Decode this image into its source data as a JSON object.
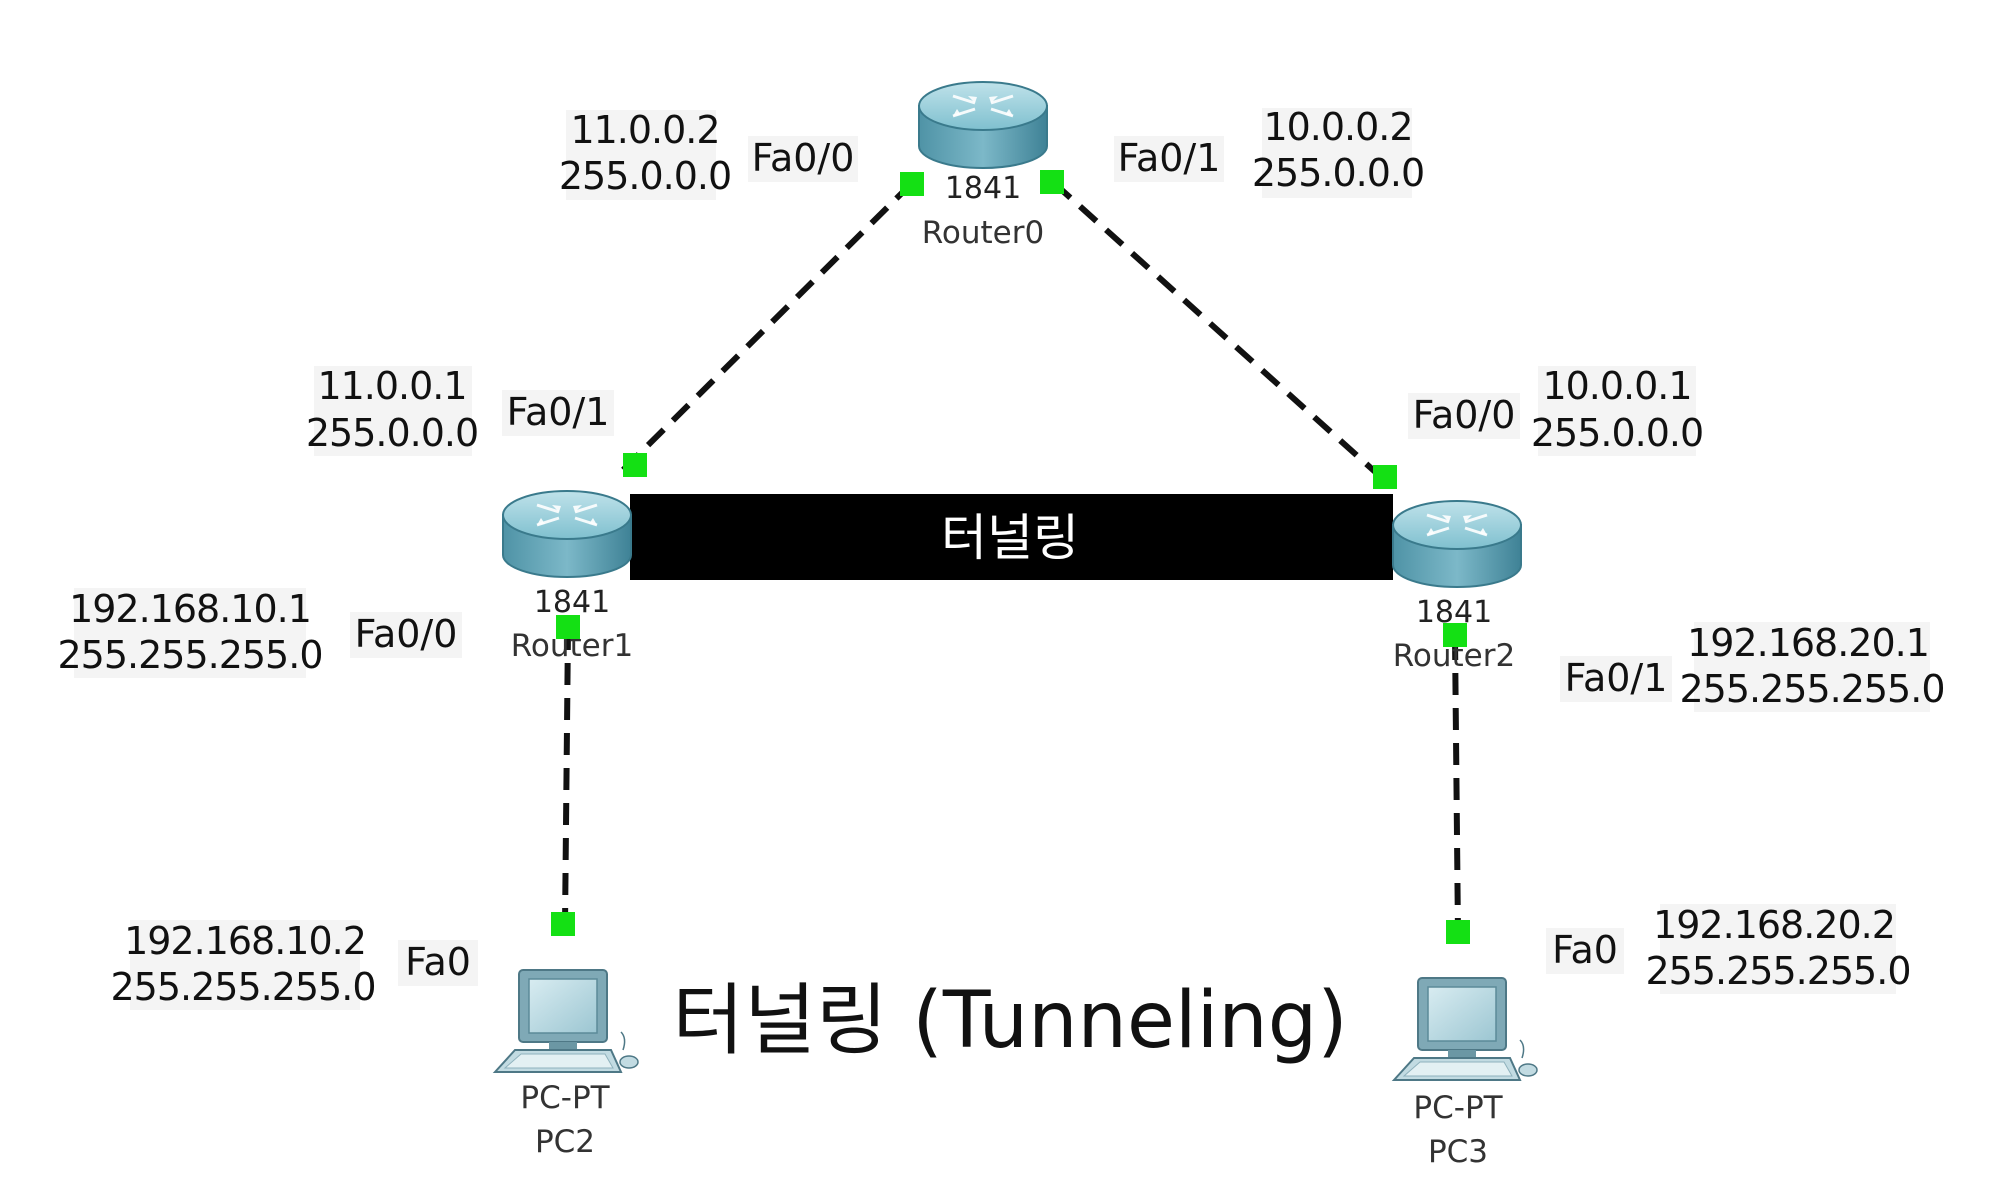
{
  "colors": {
    "link": "#111111",
    "port_dot": "#14e014",
    "router_body": "#4f9fb3",
    "tunnel_bar": "#000000",
    "tunnel_text": "#ffffff"
  },
  "devices": {
    "router0": {
      "model": "1841",
      "name": "Router0",
      "icon": "router-icon"
    },
    "router1": {
      "model": "1841",
      "name": "Router1",
      "icon": "router-icon"
    },
    "router2": {
      "model": "1841",
      "name": "Router2",
      "icon": "router-icon"
    },
    "pc2": {
      "model": "PC-PT",
      "name": "PC2",
      "icon": "pc-icon"
    },
    "pc3": {
      "model": "PC-PT",
      "name": "PC3",
      "icon": "pc-icon"
    }
  },
  "interfaces": {
    "r0_fa00": {
      "port": "Fa0/0",
      "ip": "11.0.0.2",
      "mask": "255.0.0.0"
    },
    "r0_fa01": {
      "port": "Fa0/1",
      "ip": "10.0.0.2",
      "mask": "255.0.0.0"
    },
    "r1_fa01": {
      "port": "Fa0/1",
      "ip": "11.0.0.1",
      "mask": "255.0.0.0"
    },
    "r2_fa00": {
      "port": "Fa0/0",
      "ip": "10.0.0.1",
      "mask": "255.0.0.0"
    },
    "r1_fa00": {
      "port": "Fa0/0",
      "ip": "192.168.10.1",
      "mask": "255.255.255.0"
    },
    "r2_fa01": {
      "port": "Fa0/1",
      "ip": "192.168.20.1",
      "mask": "255.255.255.0"
    },
    "pc2_fa0": {
      "port": "Fa0",
      "ip": "192.168.10.2",
      "mask": "255.255.255.0"
    },
    "pc3_fa0": {
      "port": "Fa0",
      "ip": "192.168.20.2",
      "mask": "255.255.255.0"
    }
  },
  "tunnel": {
    "label": "터널링"
  },
  "caption": "터널링 (Tunneling)"
}
